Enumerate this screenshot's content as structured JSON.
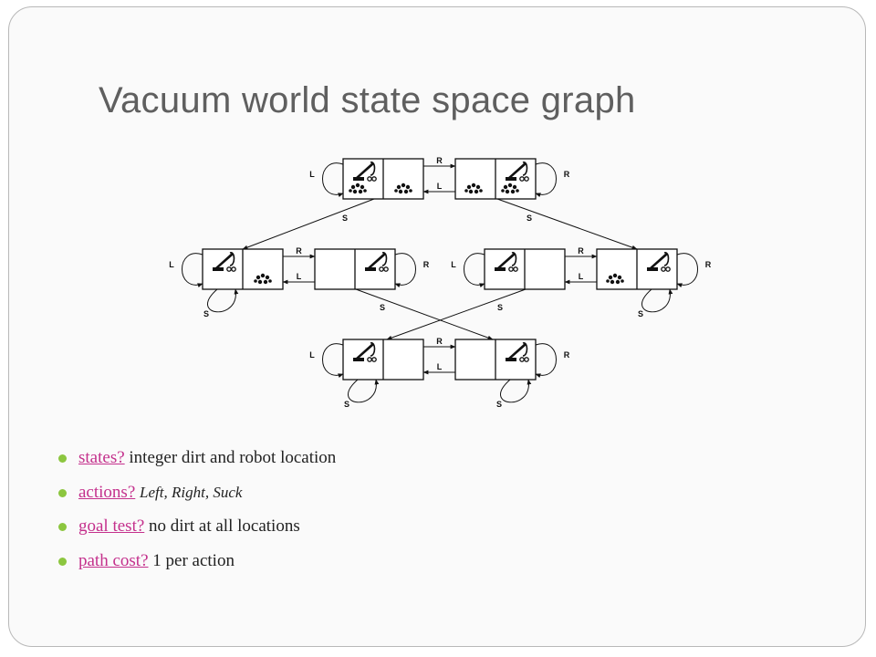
{
  "slide": {
    "title": "Vacuum world state space graph"
  },
  "diagram": {
    "action_labels": {
      "left": "L",
      "right": "R",
      "suck": "S"
    }
  },
  "bullets": [
    {
      "term": "states?",
      "rest": " integer dirt and robot location"
    },
    {
      "term": "actions?",
      "rest": " ",
      "actions": [
        "Left",
        "Right",
        "Suck"
      ]
    },
    {
      "term": "goal test?",
      "rest": " no dirt at all locations"
    },
    {
      "term": "path cost?",
      "rest": " 1 per action"
    }
  ],
  "colors": {
    "title": "#5f5f5f",
    "link": "#c4308c",
    "bullet": "#8cc63f",
    "frame": "#b8b8b8"
  }
}
